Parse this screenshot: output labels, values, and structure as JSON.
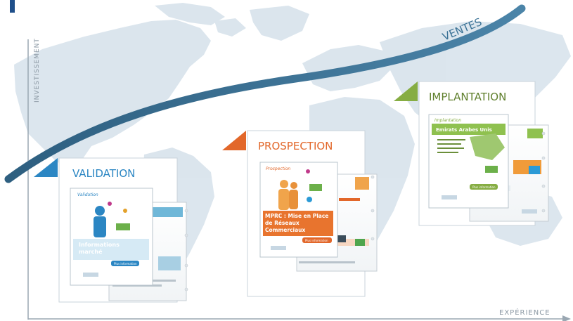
{
  "axes": {
    "y_label": "INVESTISSEMENT",
    "x_label": "EXPÉRIENCE"
  },
  "curve_label": "VENTES",
  "stages": [
    {
      "title": "VALIDATION",
      "accent": "#2b86c3",
      "cover_heading": "Validation",
      "cover_title_line1": "Informations",
      "cover_title_line2": "marché",
      "cover_button": "Plus information"
    },
    {
      "title": "PROSPECTION",
      "accent": "#e2672a",
      "cover_heading": "Prospection",
      "cover_title_line1": "MPRC : Mise en Place",
      "cover_title_line2": "de Réseaux",
      "cover_title_line3": "Commerciaux",
      "cover_button": "Plus information"
    },
    {
      "title": "IMPLANTATION",
      "accent": "#86ad43",
      "cover_heading": "Implantation",
      "cover_title_line1": "Emirats Arabes Unis",
      "cover_button": "Plus information"
    }
  ],
  "colors": {
    "map": "#d8e3ec",
    "curve": "#3b7296",
    "axis": "#9aa7b2"
  }
}
